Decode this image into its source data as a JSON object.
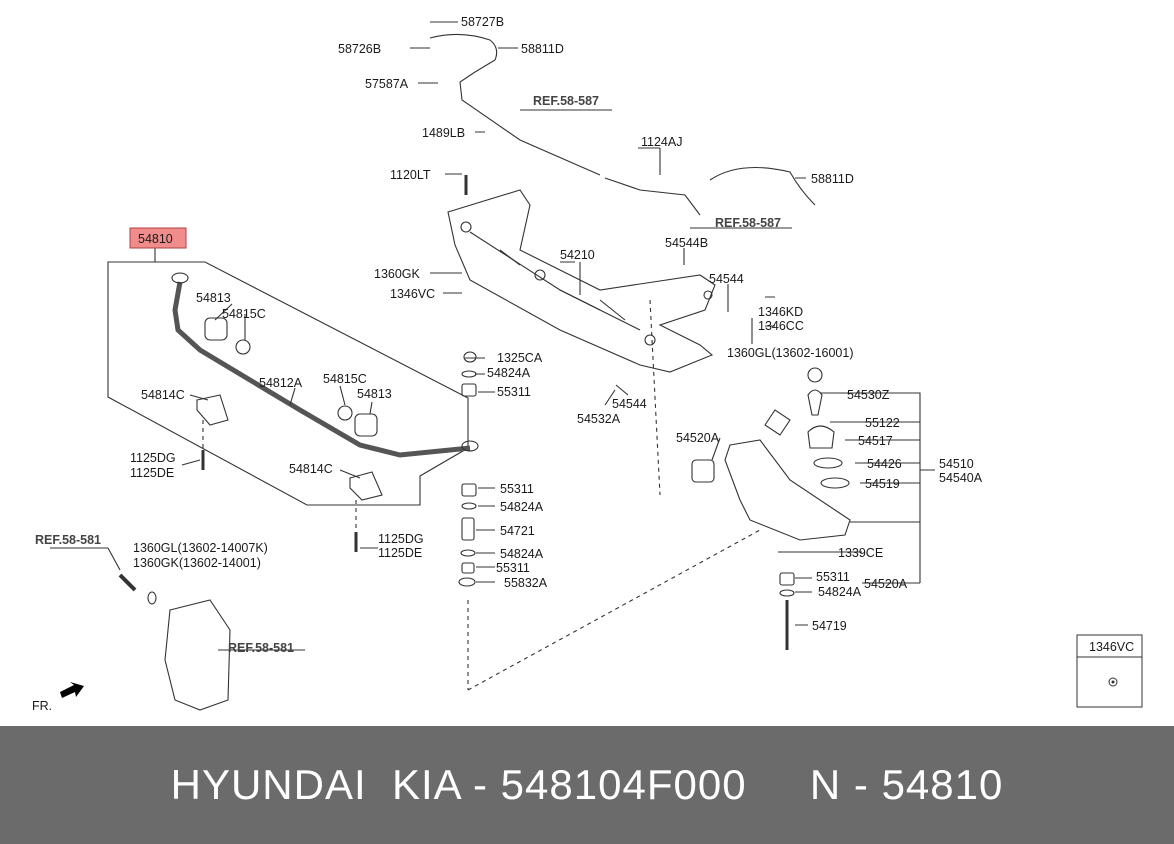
{
  "labels": {
    "p58727B": "58727B",
    "p58726B": "58726B",
    "p58811D_top": "58811D",
    "p57587A": "57587A",
    "ref58587_top": "REF.58-587",
    "p1489LB": "1489LB",
    "p1124AJ": "1124AJ",
    "p1120LT": "1120LT",
    "p58811D_right": "58811D",
    "ref58587_right": "REF.58-587",
    "p54810": "54810",
    "p54210": "54210",
    "p54544B": "54544B",
    "p1360GK_top": "1360GK",
    "p54544_top": "54544",
    "p1346VC": "1346VC",
    "p54813_left": "54813",
    "p1346KD": "1346KD",
    "p1346CC": "1346CC",
    "p54815C_left": "54815C",
    "p1360GL_16001": "1360GL(13602-16001)",
    "p1325CA": "1325CA",
    "p54824A_1": "54824A",
    "p54812A": "54812A",
    "p54815C_mid": "54815C",
    "p54814C_left": "54814C",
    "p54813_mid": "54813",
    "p55311_1": "55311",
    "p54530Z": "54530Z",
    "p54544_mid": "54544",
    "p54532A": "54532A",
    "p55122": "55122",
    "p54520A_top": "54520A",
    "p54517": "54517",
    "p1125DG_left": "1125DG",
    "p1125DE_left": "1125DE",
    "p54426": "54426",
    "p54510": "54510",
    "p54540A": "54540A",
    "p54814C_mid": "54814C",
    "p54519": "54519",
    "p55311_2": "55311",
    "p54824A_2": "54824A",
    "p54721": "54721",
    "ref58581_left": "REF.58-581",
    "p1125DG_mid": "1125DG",
    "p1125DE_mid": "1125DE",
    "p1360GL_14007K": "1360GL(13602-14007K)",
    "p1360GK_14001": "1360GK(13602-14001)",
    "p54824A_3": "54824A",
    "p1339CE": "1339CE",
    "p55311_3": "55311",
    "p55311_4": "55311",
    "p55832A": "55832A",
    "p54520A_bottom": "54520A",
    "p54824A_4": "54824A",
    "p54719": "54719",
    "ref58581_right": "REF.58-581",
    "inset_title": "1346VC",
    "fr": "FR."
  },
  "highlight_color": "#f08c8c",
  "footer": {
    "text": "HYUNDAI  KIA - 548104F000     N - 54810"
  }
}
